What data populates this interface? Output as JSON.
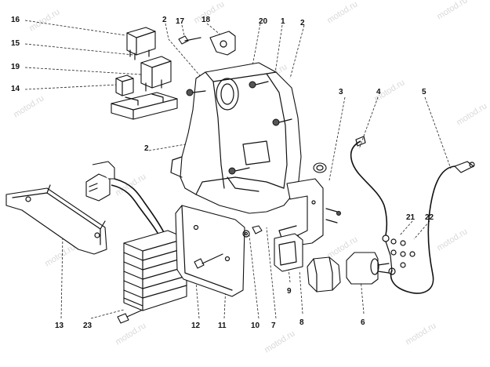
{
  "watermark": "motod.ru",
  "callouts": [
    {
      "id": "c16",
      "text": "16"
    },
    {
      "id": "c2a",
      "text": "2"
    },
    {
      "id": "c17",
      "text": "17"
    },
    {
      "id": "c18",
      "text": "18"
    },
    {
      "id": "c20",
      "text": "20"
    },
    {
      "id": "c1",
      "text": "1"
    },
    {
      "id": "c2b",
      "text": "2"
    },
    {
      "id": "c15",
      "text": "15"
    },
    {
      "id": "c19",
      "text": "19"
    },
    {
      "id": "c14",
      "text": "14"
    },
    {
      "id": "c3",
      "text": "3"
    },
    {
      "id": "c4",
      "text": "4"
    },
    {
      "id": "c5",
      "text": "5"
    },
    {
      "id": "c2c",
      "text": "2"
    },
    {
      "id": "c21",
      "text": "21"
    },
    {
      "id": "c22",
      "text": "22"
    },
    {
      "id": "c9",
      "text": "9"
    },
    {
      "id": "c8",
      "text": "8"
    },
    {
      "id": "c6",
      "text": "6"
    },
    {
      "id": "c13",
      "text": "13"
    },
    {
      "id": "c23",
      "text": "23"
    },
    {
      "id": "c12",
      "text": "12"
    },
    {
      "id": "c11",
      "text": "11"
    },
    {
      "id": "c10",
      "text": "10"
    },
    {
      "id": "c7",
      "text": "7"
    }
  ]
}
